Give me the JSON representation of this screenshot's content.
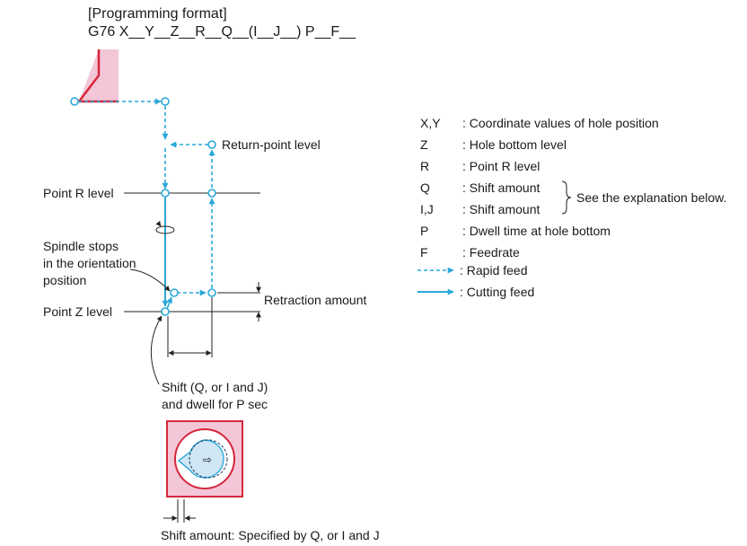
{
  "format": {
    "heading": "[Programming format]",
    "code": "G76 X__Y__Z__R__Q__(I__J__) P__F__"
  },
  "diagram": {
    "return_point_level": "Return-point level",
    "point_r_level": "Point R level",
    "spindle_stops": [
      "Spindle stops",
      "in the orientation",
      "position"
    ],
    "retraction_amount": "Retraction amount",
    "point_z_level": "Point Z level",
    "shift_dwell": [
      "Shift (Q, or I and J)",
      "and dwell for P sec"
    ],
    "shift_amount_spec": "Shift amount: Specified by Q, or I and J"
  },
  "legend": {
    "items": [
      {
        "key": "X,Y",
        "desc": ": Coordinate values of hole position"
      },
      {
        "key": "Z",
        "desc": ": Hole bottom level"
      },
      {
        "key": "R",
        "desc": ": Point R level"
      },
      {
        "key": "Q",
        "desc": ": Shift amount"
      },
      {
        "key": "I,J",
        "desc": ": Shift amount"
      },
      {
        "key": "P",
        "desc": ": Dwell time at hole bottom"
      },
      {
        "key": "F",
        "desc": ": Feedrate"
      }
    ],
    "brace_note": "See the explanation below.",
    "rapid_feed": ": Rapid feed",
    "cutting_feed": ": Cutting feed"
  },
  "colors": {
    "path": "#2aa8d8",
    "tool_fill": "#f4c7d8",
    "tool_edge": "#d6263b",
    "inner_fill": "#cfe6f5"
  }
}
